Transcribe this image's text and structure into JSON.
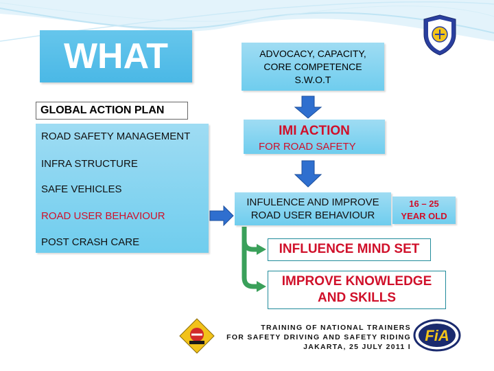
{
  "colors": {
    "accent_red": "#d0102a",
    "box_blue": "#7fd3f0",
    "title_blue": "#55bfe9",
    "arrow_blue": "#2f6fcf",
    "connector_green": "#2f8f4f"
  },
  "title": "WHAT",
  "top_box": {
    "lines": [
      "ADVOCACY, CAPACITY,",
      "CORE COMPETENCE",
      "S.W.O.T"
    ]
  },
  "plan": {
    "header": "GLOBAL  ACTION  PLAN",
    "items": [
      "ROAD SAFETY MANAGEMENT",
      "INFRA STRUCTURE",
      "SAFE VEHICLES",
      "ROAD USER BEHAVIOUR",
      "POST CRASH CARE"
    ]
  },
  "imi": {
    "title": "IMI ACTION",
    "subtitle": "FOR ROAD SAFETY"
  },
  "influence": {
    "lines": [
      "INFULENCE AND IMPROVE",
      "ROAD USER BEHAVIOUR"
    ]
  },
  "age": {
    "lines": [
      "16 – 25",
      "YEAR OLD"
    ]
  },
  "mindset": "INFLUENCE MIND SET",
  "knowledge": {
    "lines": [
      "IMPROVE KNOWLEDGE",
      "AND SKILLS"
    ]
  },
  "footer": {
    "lines": [
      "TRAINING OF  NATIONAL TRAINERS",
      "FOR  SAFETY DRIVING AND SAFETY RIDING",
      "JAKARTA, 25 JULY 2011 I"
    ]
  },
  "logos": {
    "top_right": "shield-emblem-icon",
    "bottom_left": "imi-emblem-icon",
    "bottom_right": "fia-logo-icon",
    "fia_text": "FiA"
  }
}
